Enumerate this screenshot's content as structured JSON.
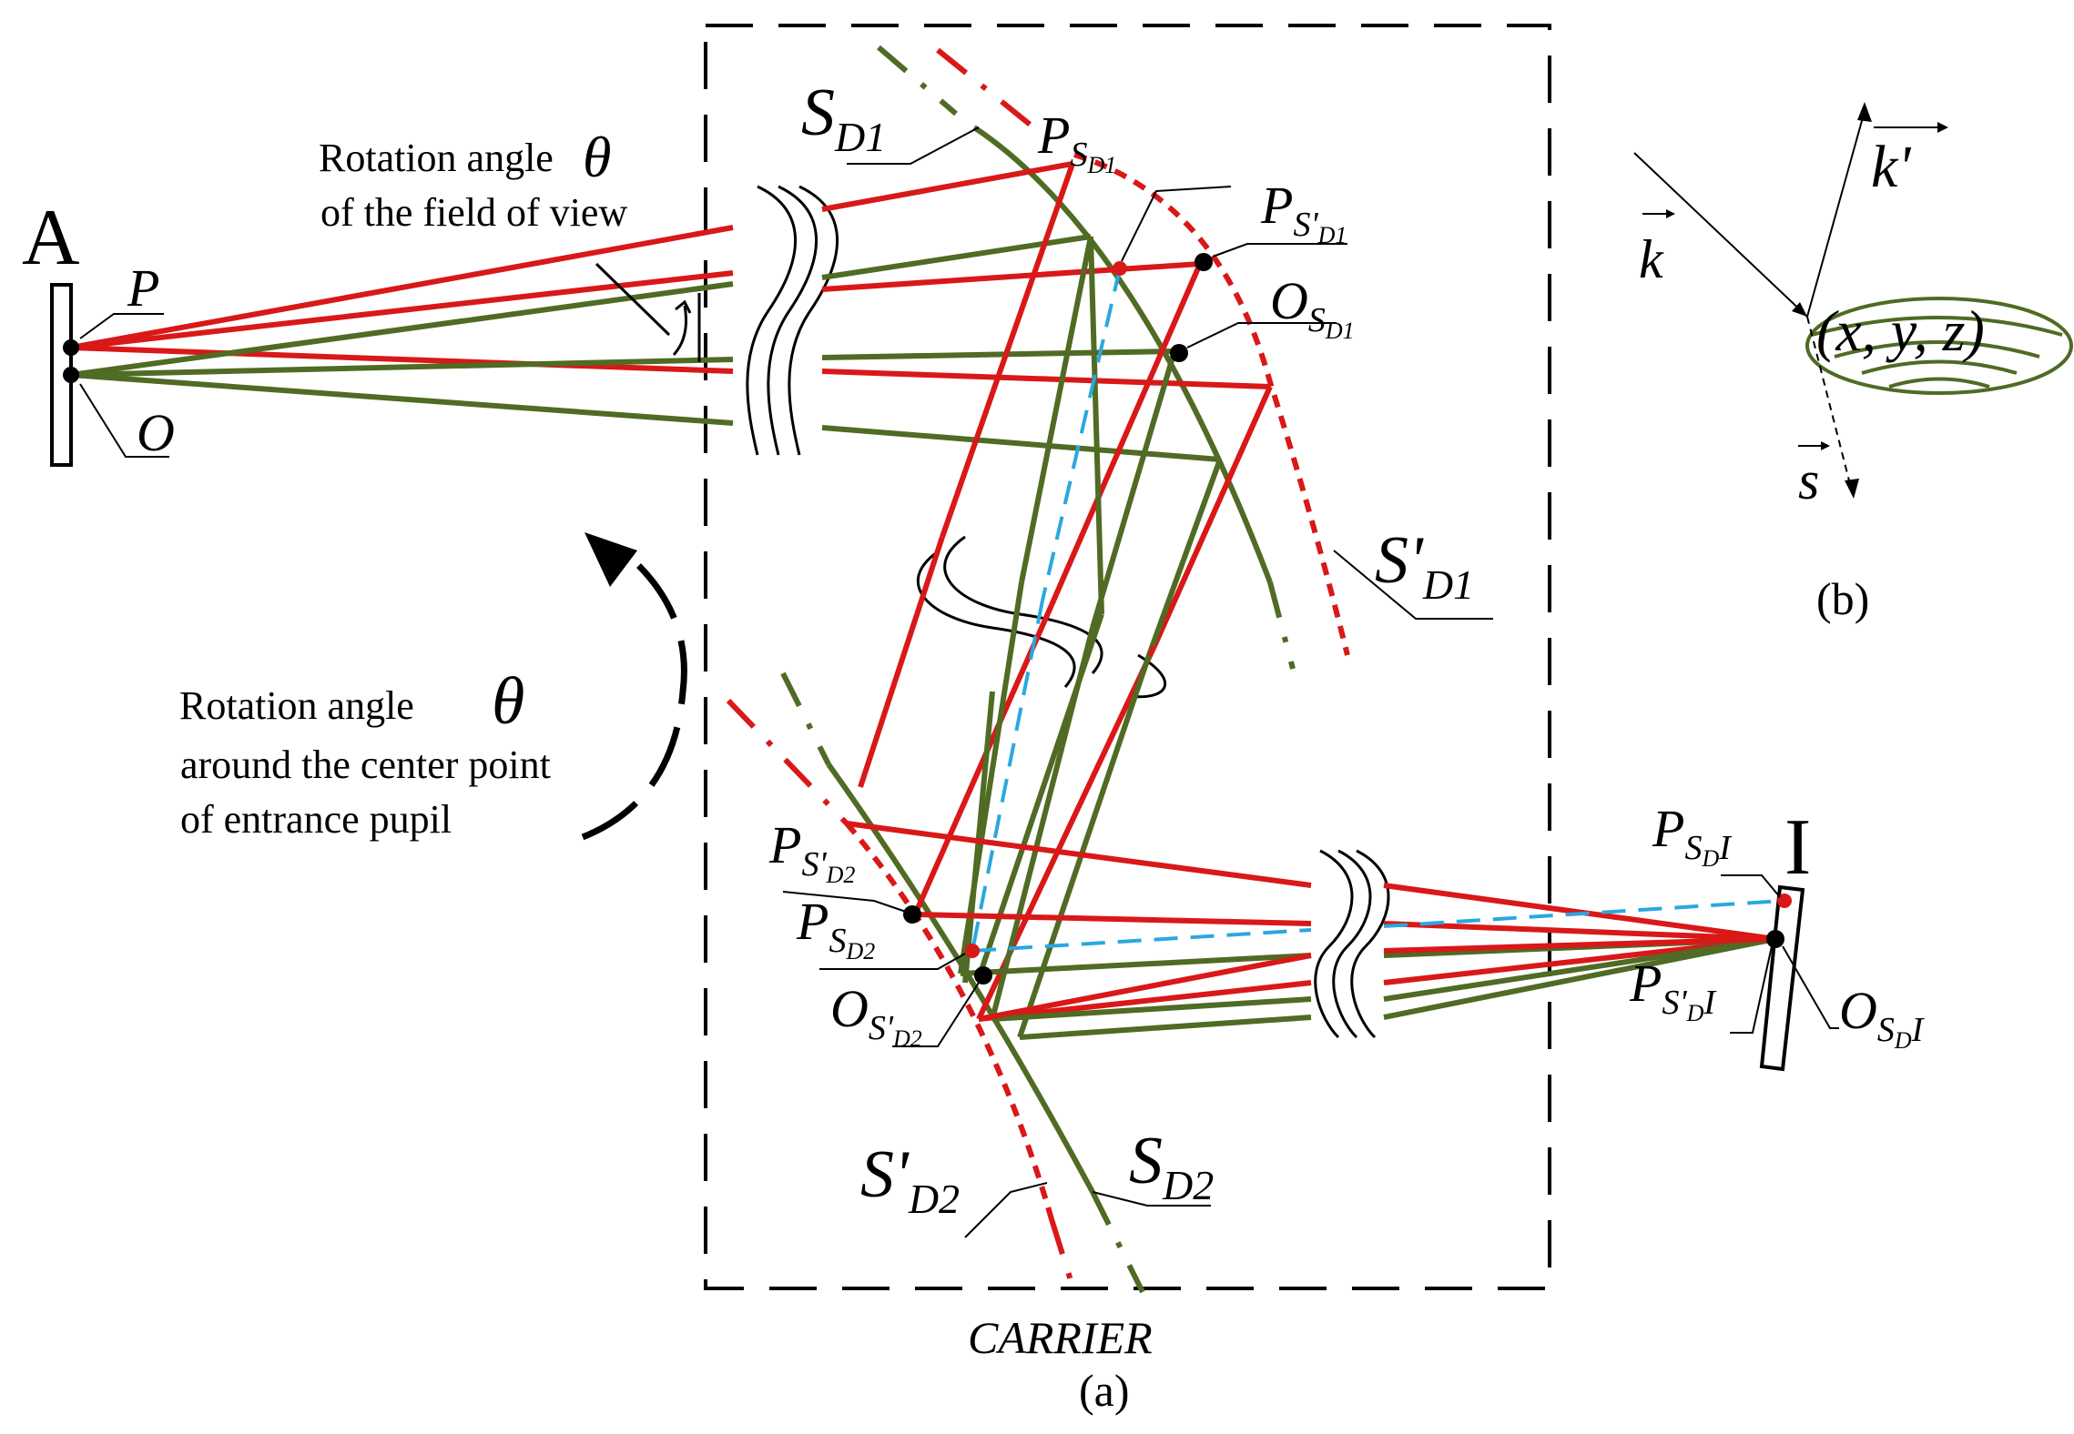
{
  "colors": {
    "red_ray": "#d91818",
    "green_ray": "#4f6b24",
    "chief_ray": "#2aa8e0",
    "ink": "#000000"
  },
  "panel_a": {
    "object_plane_label": "A",
    "image_plane_label": "I",
    "point_P": "P",
    "point_O": "O",
    "fov_annotation_line1": "Rotation angle",
    "fov_annotation_line2": "of the field of view",
    "rotation_annotation_line1": "Rotation angle",
    "rotation_annotation_line2": "around the center point",
    "rotation_annotation_line3": "of entrance pupil",
    "theta": "θ",
    "surfaces": {
      "sd1": {
        "main": "S",
        "sub": "D1"
      },
      "sd1_prime": {
        "main": "S'",
        "sub": "D1"
      },
      "sd2": {
        "main": "S",
        "sub": "D2"
      },
      "sd2_prime": {
        "main": "S'",
        "sub": "D2"
      }
    },
    "points": {
      "p_sd1": {
        "main": "P",
        "sub": "S",
        "subsub": "D1"
      },
      "p_spd1": {
        "main": "P",
        "sub": "S'",
        "subsub": "D1"
      },
      "o_sd1": {
        "main": "O",
        "sub": "S",
        "subsub": "D1"
      },
      "p_spd2": {
        "main": "P",
        "sub": "S'",
        "subsub": "D2"
      },
      "p_sd2": {
        "main": "P",
        "sub": "S",
        "subsub": "D2"
      },
      "o_spd2": {
        "main": "O",
        "sub": "S'",
        "subsub": "D2"
      },
      "p_sdi": {
        "main": "P",
        "sub": "S",
        "subsub": "D",
        "tail": "I"
      },
      "p_spdi": {
        "main": "P",
        "sub": "S'",
        "subsub": "D",
        "tail": "I"
      },
      "o_sdi": {
        "main": "O",
        "sub": "S",
        "subsub": "D",
        "tail": "I"
      }
    },
    "carrier_label": "CARRIER",
    "caption": "(a)"
  },
  "panel_b": {
    "k_label": "k",
    "k_prime_label": "k'",
    "s_label": "s",
    "point_label": "(x, y, z)",
    "caption": "(b)"
  }
}
